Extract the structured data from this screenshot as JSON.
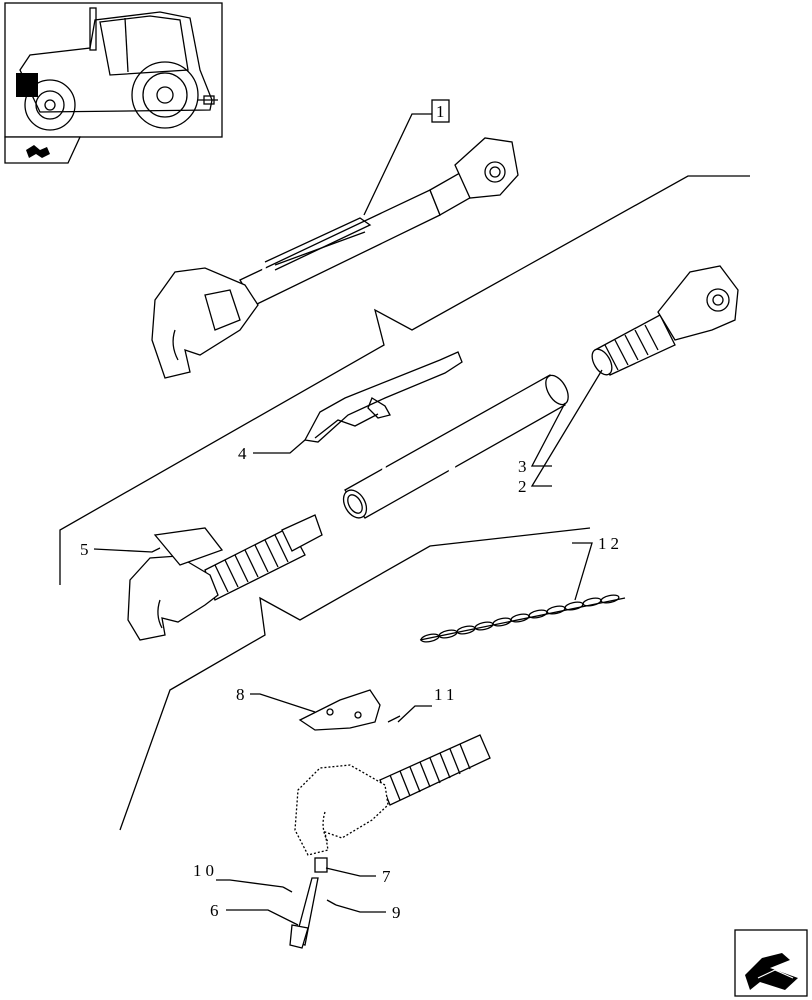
{
  "callouts": {
    "c1": "1",
    "c2": "2",
    "c3": "3",
    "c4": "4",
    "c5": "5",
    "c6": "6",
    "c7": "7",
    "c8": "8",
    "c9": "9",
    "c10": "10",
    "c11": "11",
    "c12": "12"
  },
  "icons": {
    "thumbnail": "tractor-thumbnail-icon",
    "section_badge": "section-badge-icon",
    "nav": "next-page-arrow-icon"
  }
}
